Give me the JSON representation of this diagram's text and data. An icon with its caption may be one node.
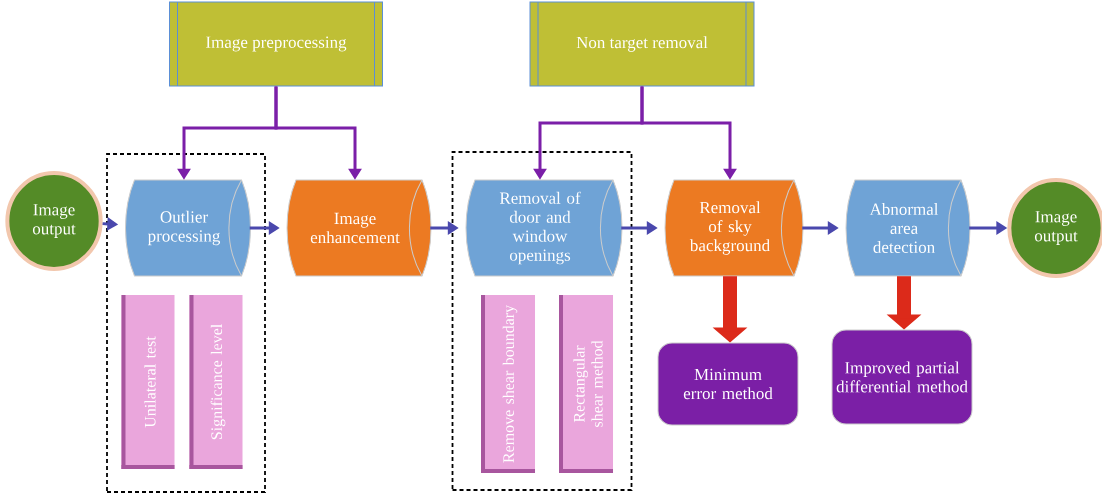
{
  "diagram": {
    "nodes": [
      {
        "text": [
          "Image preprocessing"
        ]
      },
      {
        "text": [
          "Non target removal"
        ]
      },
      {
        "text": [],
        "shape": "box"
      },
      {
        "text": [
          "Image output"
        ]
      },
      {
        "text": [
          "Outlier processing"
        ],
        "in": 2
      },
      {
        "text": [
          "Unilateral test"
        ],
        "in": 2
      },
      {
        "text": [
          "Significance level"
        ],
        "in": 2
      },
      {
        "text": [
          "Image enhancement"
        ]
      },
      {
        "text": [],
        "shape": "box"
      },
      {
        "text": [
          "Removal of door and window openings"
        ],
        "in": 8
      },
      {
        "text": [
          "Remove shear boundary"
        ],
        "in": 8
      },
      {
        "text": [
          "Rectangular shear method"
        ],
        "in": 8
      },
      {
        "text": [
          "Removal of sky background"
        ]
      },
      {
        "text": [
          "Abnormal area detection"
        ]
      },
      {
        "text": [
          "Image output"
        ]
      },
      {
        "text": [
          "Minimum error method"
        ]
      },
      {
        "text": [
          "Improved partial differential method"
        ]
      }
    ],
    "edges": [
      {
        "from": 0,
        "to": 4,
        "arrow": "to",
        "color": "#7b1fa8"
      },
      {
        "from": 0,
        "to": 7,
        "arrow": "to",
        "color": "#7b1fa8"
      },
      {
        "from": 1,
        "to": 9,
        "arrow": "to",
        "color": "#7b1fa8"
      },
      {
        "from": 1,
        "to": 12,
        "arrow": "to",
        "color": "#7b1fa8"
      },
      {
        "from": 3,
        "to": 4,
        "arrow": "to"
      },
      {
        "from": 4,
        "to": 7,
        "arrow": "to"
      },
      {
        "from": 7,
        "to": 9,
        "arrow": "to"
      },
      {
        "from": 9,
        "to": 12,
        "arrow": "to"
      },
      {
        "from": 12,
        "to": 13,
        "arrow": "to"
      },
      {
        "from": 13,
        "to": 14,
        "arrow": "to"
      },
      {
        "from": 12,
        "to": 15,
        "arrow": "to",
        "style": "thick",
        "color": "#dc2a1a"
      },
      {
        "from": 13,
        "to": 16,
        "arrow": "to",
        "style": "thick",
        "color": "#dc2a1a"
      }
    ]
  }
}
